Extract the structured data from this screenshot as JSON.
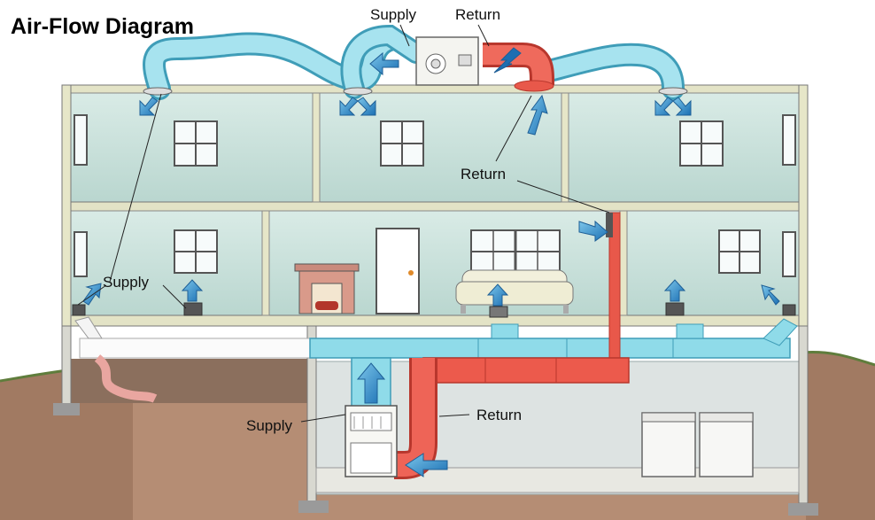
{
  "title": "Air-Flow Diagram",
  "labels": {
    "supply_top": "Supply",
    "return_top": "Return",
    "return_attic": "Return",
    "supply_left": "Supply",
    "supply_basement": "Supply",
    "return_basement": "Return"
  },
  "colors": {
    "supply_duct": "#8fd6e6",
    "return_duct": "#e8584a",
    "wall": "#cfe3dc",
    "ground": "#a9826a",
    "grass": "#6f8f4a"
  }
}
